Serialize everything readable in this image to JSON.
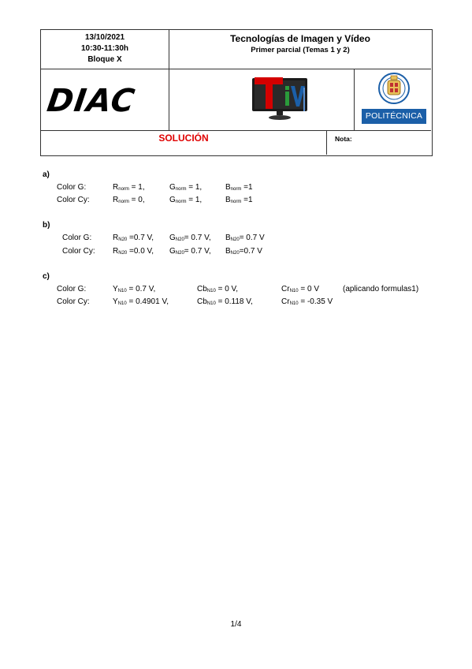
{
  "header": {
    "date": "13/10/2021",
    "time": "10:30-11:30h",
    "block": "Bloque X",
    "course_title": "Tecnologías de Imagen y Vídeo",
    "exam_title": "Primer parcial (Temas 1 y 2)",
    "logo_left": "DIAC",
    "logo_tv_letters": "TiV",
    "logo_right": "POLITÉCNICA",
    "solution_label": "SOLUCIÓN",
    "grade_label": "Nota:"
  },
  "colors": {
    "solution_red": "#e00000",
    "upm_blue": "#1b5fa8",
    "tv_red": "#d40000"
  },
  "sections": {
    "a": {
      "label": "a)",
      "rows": [
        {
          "name": "Color G:",
          "v1": "R",
          "s1": "norm",
          "t1": " = 1,",
          "v2": "G",
          "s2": "norm",
          "t2": " = 1,",
          "v3": "B",
          "s3": "norm",
          "t3": " =1"
        },
        {
          "name": "Color Cy:",
          "v1": "R",
          "s1": "norm",
          "t1": " = 0,",
          "v2": "G",
          "s2": "norm",
          "t2": " = 1,",
          "v3": "B",
          "s3": "norm",
          "t3": " =1"
        }
      ]
    },
    "b": {
      "label": "b)",
      "rows": [
        {
          "name": "Color G:",
          "v1": "R",
          "s1": "N20",
          "t1": " =0.7 V,",
          "v2": "G",
          "s2": "N20",
          "t2": "= 0.7 V,",
          "v3": "B",
          "s3": "N20",
          "t3": "= 0.7 V"
        },
        {
          "name": "Color Cy:",
          "v1": "R",
          "s1": "N20",
          "t1": " =0.0 V,",
          "v2": "G",
          "s2": "N20",
          "t2": "= 0.7 V,",
          "v3": "B",
          "s3": "N20",
          "t3": "=0.7 V"
        }
      ]
    },
    "c": {
      "label": "c)",
      "note": "(aplicando formulas1)",
      "rows": [
        {
          "name": "Color G:",
          "v1": "Y",
          "s1": "N10",
          "t1": " = 0.7 V,",
          "v2": "Cb",
          "s2": "N10",
          "t2": " = 0 V,",
          "v3": "Cr",
          "s3": "N10",
          "t3": " = 0 V"
        },
        {
          "name": "Color Cy:",
          "v1": "Y",
          "s1": "N10",
          "t1": " = 0.4901 V,",
          "v2": "Cb",
          "s2": "N10",
          "t2": " = 0.118 V,",
          "v3": "Cr",
          "s3": "N10",
          "t3": " = -0.35 V"
        }
      ]
    }
  },
  "page_number": "1/4"
}
